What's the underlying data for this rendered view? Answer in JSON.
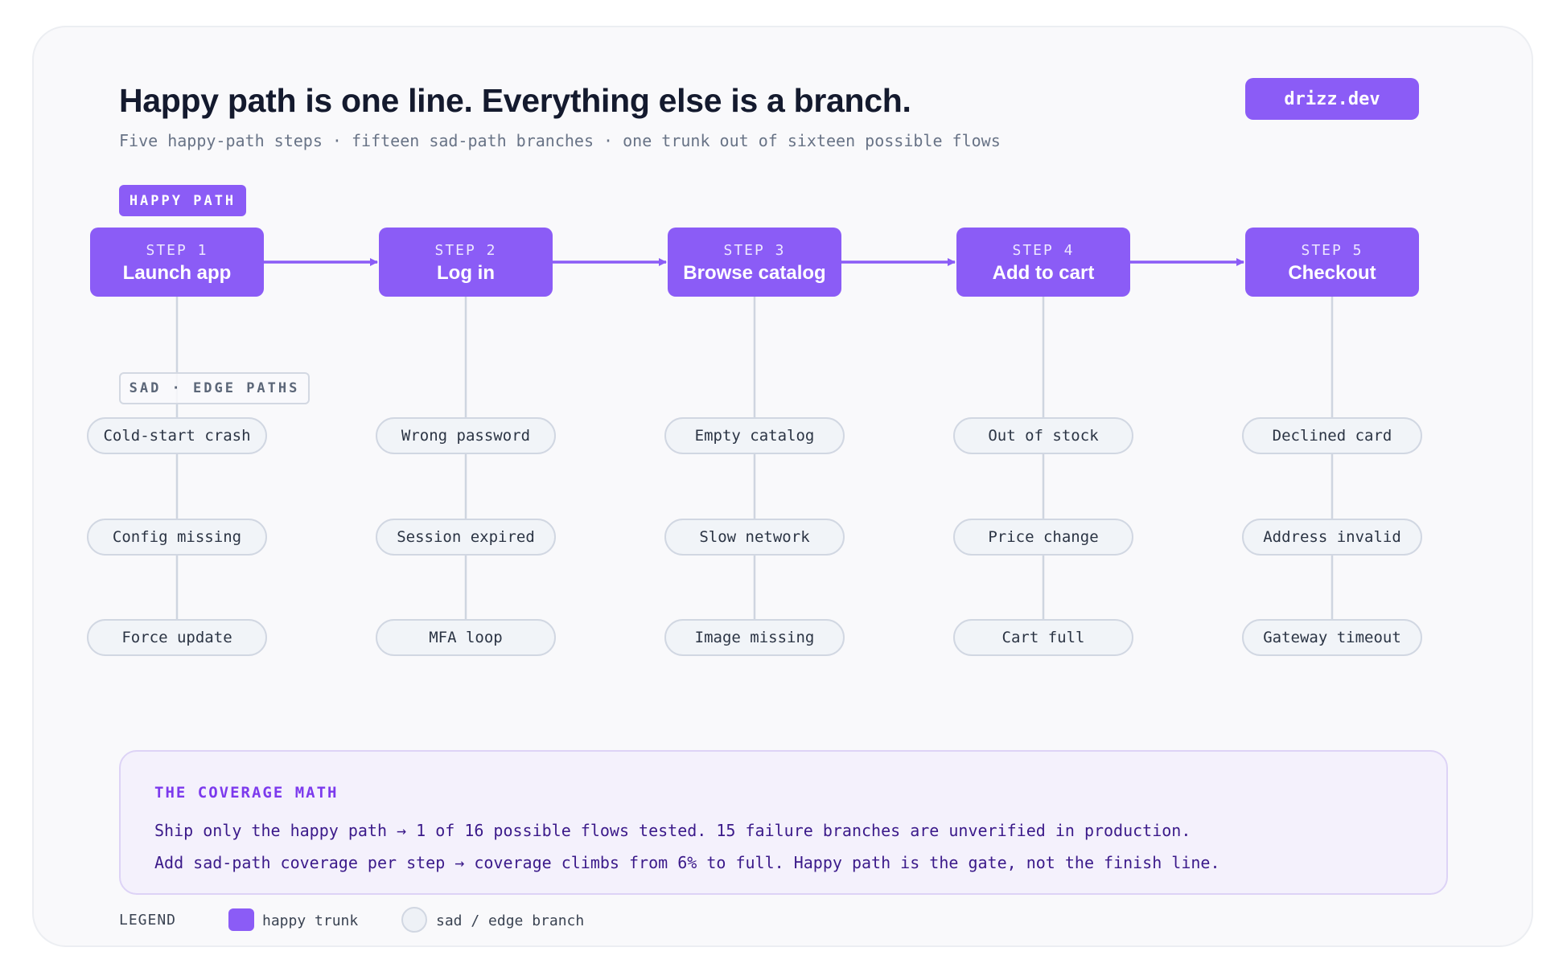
{
  "header": {
    "title": "Happy path is one line. Everything else is a branch.",
    "subtitle": "Five happy-path steps · fifteen sad-path branches · one trunk out of sixteen possible flows",
    "brand": "drizz.dev"
  },
  "tags": {
    "happy": "HAPPY PATH",
    "sad": "SAD · EDGE PATHS"
  },
  "steps": [
    {
      "label": "STEP 1",
      "name": "Launch app",
      "branches": [
        "Cold-start crash",
        "Config missing",
        "Force update"
      ]
    },
    {
      "label": "STEP 2",
      "name": "Log in",
      "branches": [
        "Wrong password",
        "Session expired",
        "MFA loop"
      ]
    },
    {
      "label": "STEP 3",
      "name": "Browse catalog",
      "branches": [
        "Empty catalog",
        "Slow network",
        "Image missing"
      ]
    },
    {
      "label": "STEP 4",
      "name": "Add to cart",
      "branches": [
        "Out of stock",
        "Price change",
        "Cart full"
      ]
    },
    {
      "label": "STEP 5",
      "name": "Checkout",
      "branches": [
        "Declined card",
        "Address invalid",
        "Gateway timeout"
      ]
    }
  ],
  "coverage": {
    "title": "THE COVERAGE MATH",
    "line1": "Ship only the happy path → 1 of 16 possible flows tested. 15 failure branches are unverified in production.",
    "line2": "Add sad-path coverage per step → coverage climbs from 6% to full. Happy path is the gate, not the finish line."
  },
  "legend": {
    "label": "LEGEND",
    "happy": "happy trunk",
    "sad": "sad / edge branch"
  },
  "colors": {
    "accent": "#8b5cf6",
    "connector": "#cfd5e0",
    "branch_fill": "#f1f4f8"
  }
}
